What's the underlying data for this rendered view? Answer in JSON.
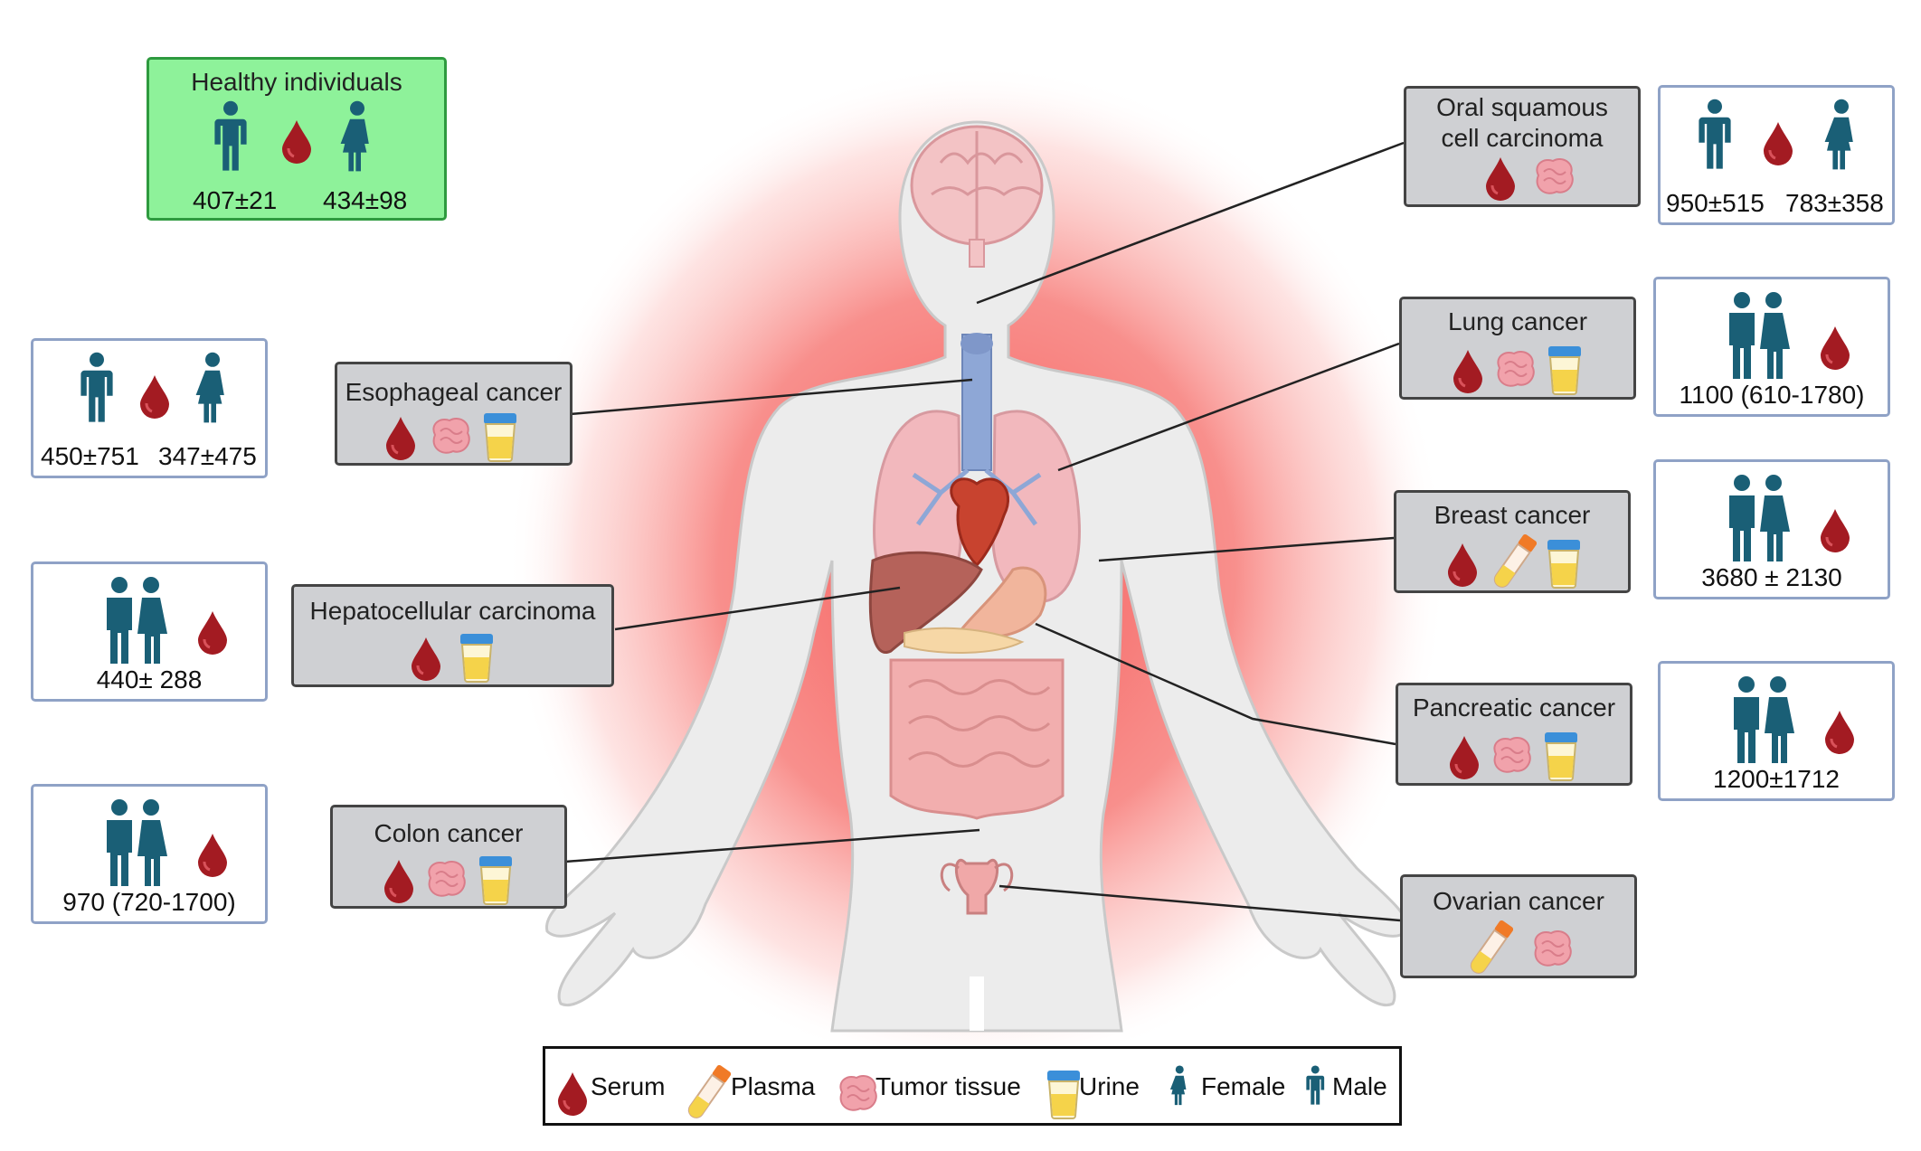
{
  "healthy": {
    "title": "Healthy individuals",
    "male_value": "407±21",
    "female_value": "434±98"
  },
  "cancers": [
    {
      "id": "oral",
      "title": "Oral squamous\ncell carcinoma",
      "samples": [
        "serum",
        "tissue"
      ]
    },
    {
      "id": "lung",
      "title": "Lung cancer",
      "samples": [
        "serum",
        "tissue",
        "urine"
      ]
    },
    {
      "id": "esophageal",
      "title": "Esophageal cancer",
      "samples": [
        "serum",
        "tissue",
        "urine"
      ]
    },
    {
      "id": "breast",
      "title": "Breast cancer",
      "samples": [
        "serum",
        "plasma",
        "urine"
      ]
    },
    {
      "id": "hepatocellular",
      "title": "Hepatocellular carcinoma",
      "samples": [
        "serum",
        "urine"
      ]
    },
    {
      "id": "pancreatic",
      "title": "Pancreatic cancer",
      "samples": [
        "serum",
        "tissue",
        "urine"
      ]
    },
    {
      "id": "colon",
      "title": "Colon cancer",
      "samples": [
        "serum",
        "tissue",
        "urine"
      ]
    },
    {
      "id": "ovarian",
      "title": "Ovarian cancer",
      "samples": [
        "plasma",
        "tissue"
      ]
    }
  ],
  "stats": {
    "oral": {
      "male": "950±515",
      "female": "783±358"
    },
    "lung": {
      "combined": "1100 (610-1780)"
    },
    "esophageal": {
      "male": "450±751",
      "female": "347±475"
    },
    "breast": {
      "combined": "3680 ± 2130"
    },
    "hepatocellular": {
      "combined": "440± 288"
    },
    "pancreatic": {
      "combined": "1200±1712"
    },
    "colon": {
      "combined": "970 (720-1700)"
    }
  },
  "legend": [
    {
      "icon": "serum",
      "label": "Serum"
    },
    {
      "icon": "plasma",
      "label": "Plasma"
    },
    {
      "icon": "tissue",
      "label": "Tumor tissue"
    },
    {
      "icon": "urine",
      "label": "Urine"
    },
    {
      "icon": "female",
      "label": "Female"
    },
    {
      "icon": "male",
      "label": "Male"
    }
  ],
  "colors": {
    "serum": "#a31b22",
    "tissue": "#f1a2ab",
    "urine": "#f5d34a",
    "cap": "#3b8fd9",
    "person": "#1a5f76",
    "plasma_cap": "#f07a27",
    "glow": "#f4514f",
    "healthy_bg": "#8ef29a",
    "cancer_bg": "#cfd0d3"
  }
}
